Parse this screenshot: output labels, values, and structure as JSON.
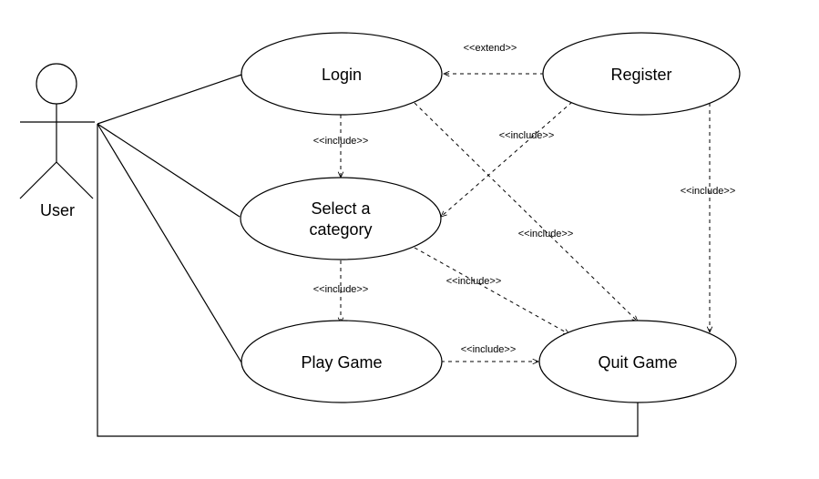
{
  "actor": {
    "label": "User"
  },
  "use_cases": {
    "login": "Login",
    "register": "Register",
    "select_line1": "Select a",
    "select_line2": "category",
    "play": "Play Game",
    "quit": "Quit Game"
  },
  "relations": {
    "register_login": "<<extend>>",
    "login_select": "<<include>>",
    "register_select": "<<include>>",
    "register_quit": "<<include>>",
    "login_quit": "<<include>>",
    "select_quit": "<<include>>",
    "select_play": "<<include>>",
    "play_quit": "<<include>>"
  }
}
